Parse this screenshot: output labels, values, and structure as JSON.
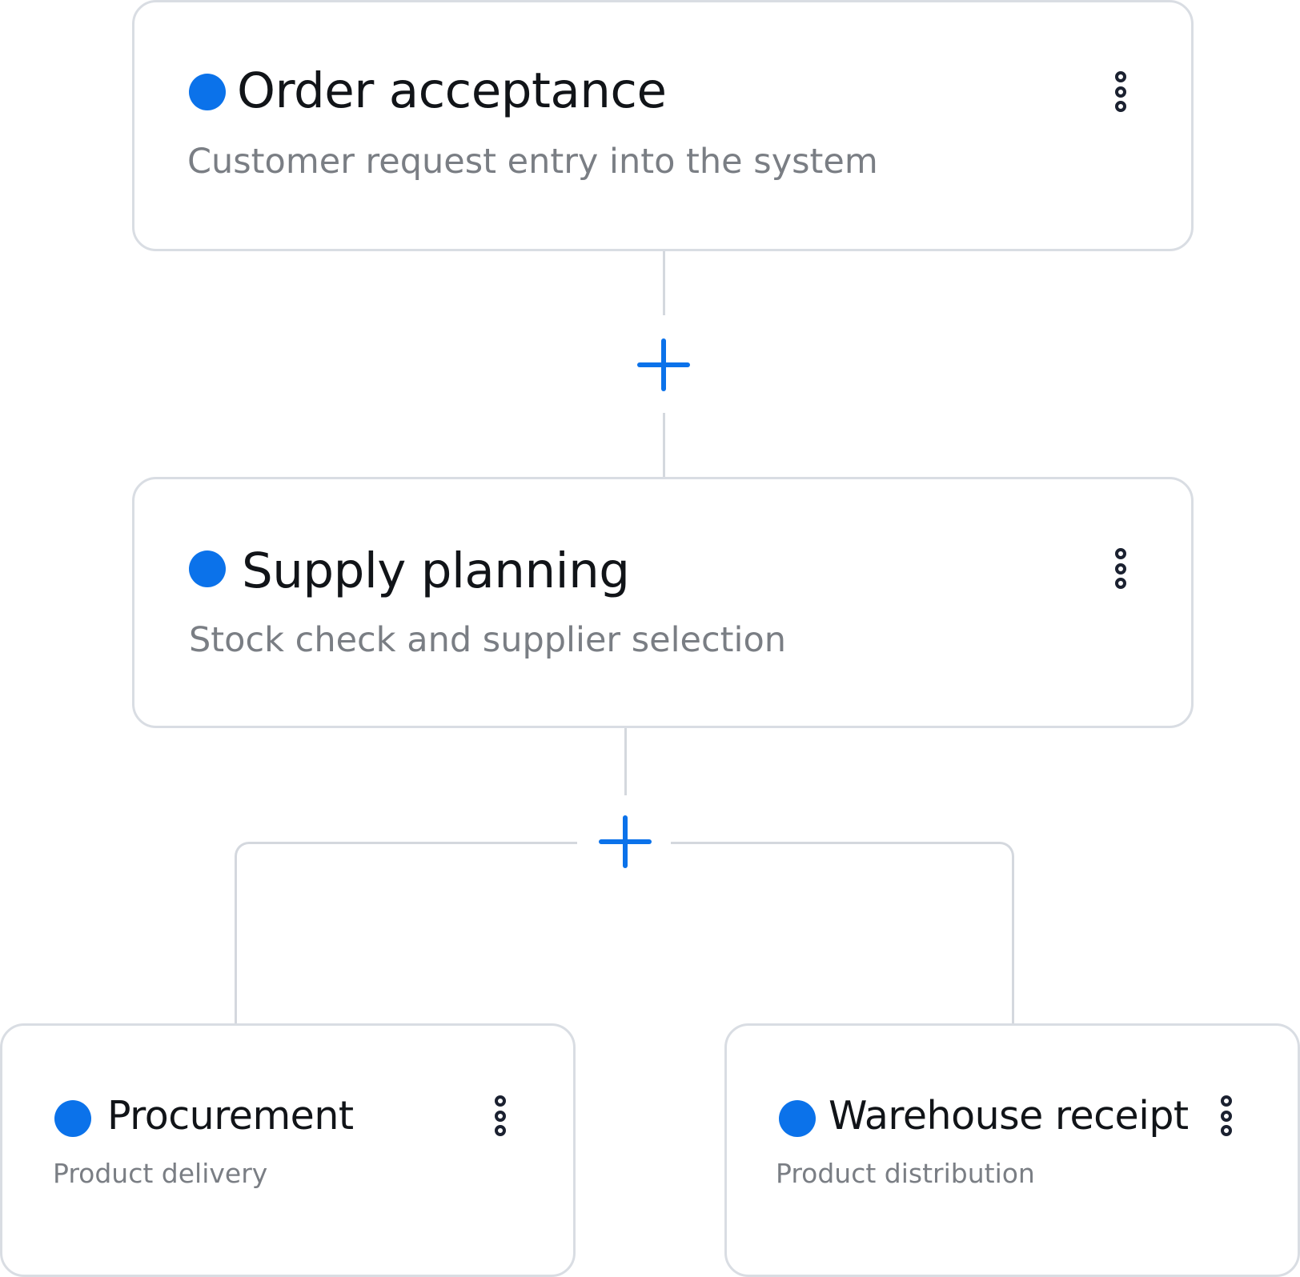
{
  "accent_color": "#0b72ea",
  "nodes": [
    {
      "title": "Order acceptance",
      "subtitle": "Customer request entry into the system",
      "status_color": "#0b72ea",
      "menu_icon": "vertical-ellipsis-icon"
    },
    {
      "title": "Supply planning",
      "subtitle": "Stock check and supplier selection",
      "status_color": "#0b72ea",
      "menu_icon": "vertical-ellipsis-icon"
    },
    {
      "title": "Procurement",
      "subtitle": "Product delivery",
      "status_color": "#0b72ea",
      "menu_icon": "vertical-ellipsis-icon"
    },
    {
      "title": "Warehouse receipt",
      "subtitle": "Product distribution",
      "status_color": "#0b72ea",
      "menu_icon": "vertical-ellipsis-icon"
    }
  ],
  "add_step_icon": "plus-icon"
}
